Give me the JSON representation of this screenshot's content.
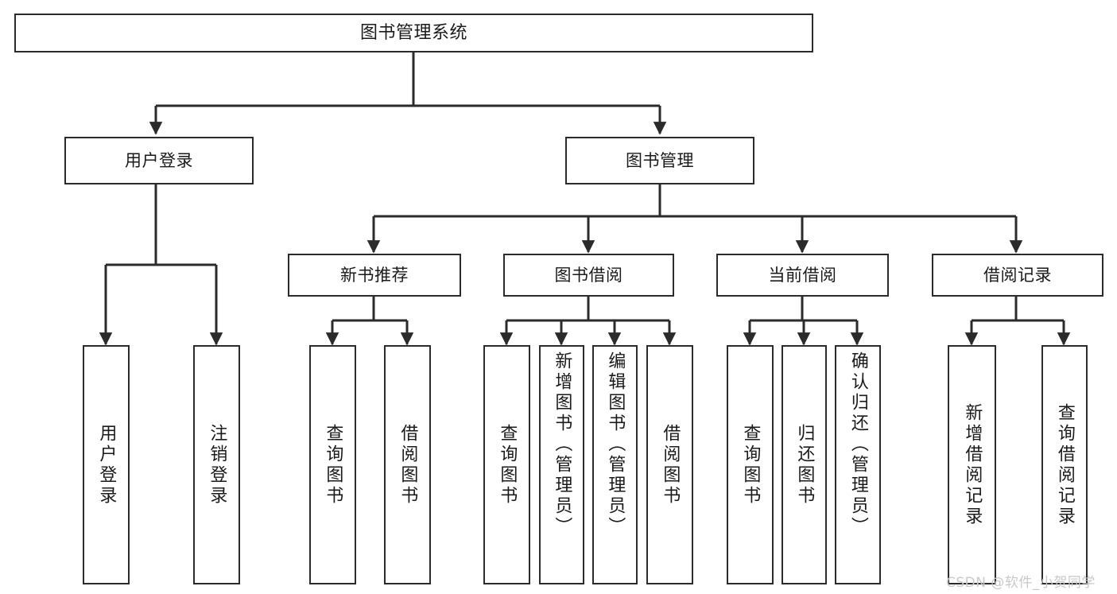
{
  "diagram": {
    "title": "图书管理系统",
    "type": "hierarchy-tree",
    "background_color": "#ffffff",
    "line_color": "#2b2b2b",
    "text_color": "#1a1a1a"
  },
  "nodes": {
    "root": {
      "label": "图书管理系统"
    },
    "level2": [
      {
        "label": "用户登录"
      },
      {
        "label": "图书管理"
      }
    ],
    "level3": [
      {
        "label": "新书推荐"
      },
      {
        "label": "图书借阅"
      },
      {
        "label": "当前借阅"
      },
      {
        "label": "借阅记录"
      }
    ],
    "leaves": {
      "user_login": [
        {
          "label": "用户登录"
        },
        {
          "label": "注销登录"
        }
      ],
      "new_book_recommend": [
        {
          "label": "查询图书"
        },
        {
          "label": "借阅图书"
        }
      ],
      "book_borrow": [
        {
          "label": "查询图书"
        },
        {
          "label": "新增图书（管理员）"
        },
        {
          "label": "编辑图书（管理员）"
        },
        {
          "label": "借阅图书"
        }
      ],
      "current_borrow": [
        {
          "label": "查询图书"
        },
        {
          "label": "归还图书"
        },
        {
          "label": "确认归还（管理员）"
        }
      ],
      "borrow_record": [
        {
          "label": "新增借阅记录"
        },
        {
          "label": "查询借阅记录"
        }
      ]
    }
  },
  "watermark": {
    "text": "CSDN @软件_小贺同学"
  }
}
